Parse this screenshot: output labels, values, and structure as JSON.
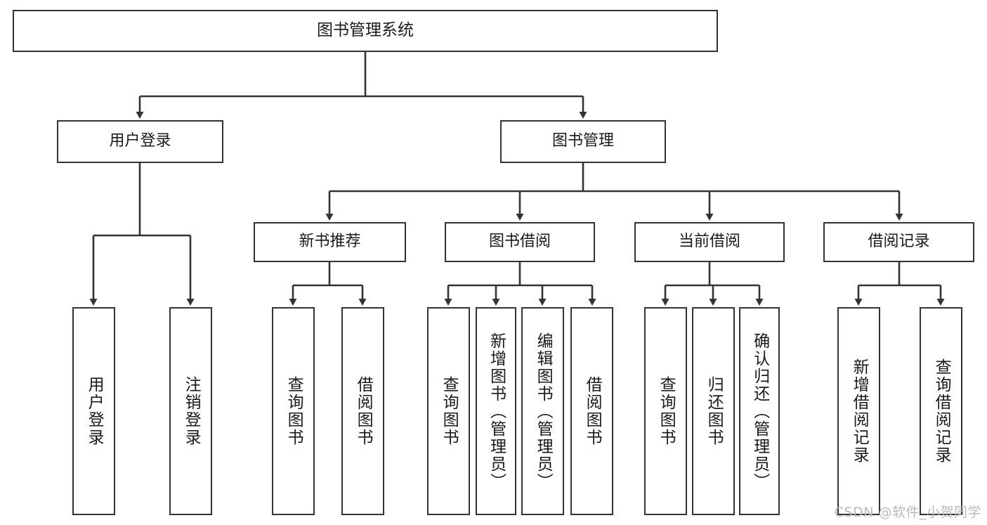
{
  "diagram": {
    "title": "图书管理系统",
    "type": "tree-hierarchy-chart",
    "accent_color": "#333333",
    "box_fill": "#ffffff",
    "text_color": "#1a1a1a"
  },
  "root": {
    "label": "图书管理系统"
  },
  "level2": [
    {
      "label": "用户登录"
    },
    {
      "label": "图书管理"
    }
  ],
  "level3": [
    {
      "label": "新书推荐"
    },
    {
      "label": "图书借阅"
    },
    {
      "label": "当前借阅"
    },
    {
      "label": "借阅记录"
    }
  ],
  "leaves": {
    "user_login": [
      {
        "label": "用户登录"
      },
      {
        "label": "注销登录"
      }
    ],
    "new_book": [
      {
        "label": "查询图书"
      },
      {
        "label": "借阅图书"
      }
    ],
    "book_borrow": [
      {
        "label": "查询图书"
      },
      {
        "label": "新增图书（管理员）"
      },
      {
        "label": "编辑图书（管理员）"
      },
      {
        "label": "借阅图书"
      }
    ],
    "current_borrow": [
      {
        "label": "查询图书"
      },
      {
        "label": "归还图书"
      },
      {
        "label": "确认归还（管理员）"
      }
    ],
    "borrow_record": [
      {
        "label": "新增借阅记录"
      },
      {
        "label": "查询借阅记录"
      }
    ]
  },
  "watermark": {
    "text": "CSDN @软件_小贺同学"
  }
}
